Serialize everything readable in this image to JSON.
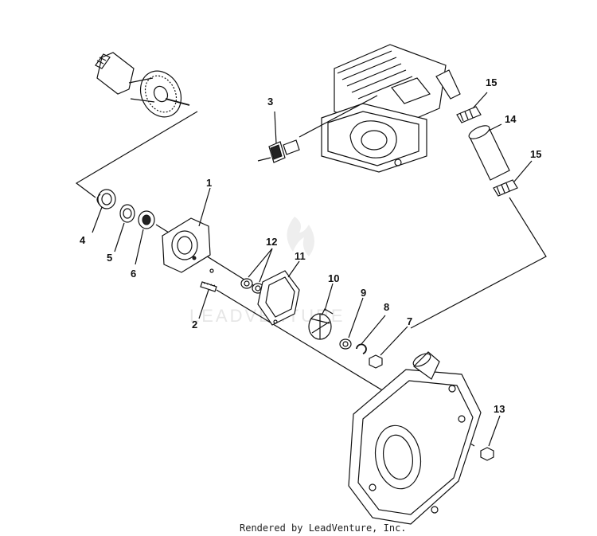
{
  "diagram": {
    "callouts": [
      {
        "id": "1",
        "label": "1"
      },
      {
        "id": "2",
        "label": "2"
      },
      {
        "id": "3",
        "label": "3"
      },
      {
        "id": "4",
        "label": "4"
      },
      {
        "id": "5",
        "label": "5"
      },
      {
        "id": "6",
        "label": "6"
      },
      {
        "id": "7",
        "label": "7"
      },
      {
        "id": "8",
        "label": "8"
      },
      {
        "id": "9",
        "label": "9"
      },
      {
        "id": "10",
        "label": "10"
      },
      {
        "id": "11",
        "label": "11"
      },
      {
        "id": "12",
        "label": "12"
      },
      {
        "id": "13",
        "label": "13"
      },
      {
        "id": "14",
        "label": "14"
      },
      {
        "id": "15a",
        "label": "15"
      },
      {
        "id": "15b",
        "label": "15"
      }
    ],
    "watermark": "LEADVENTURE",
    "footer": "Rendered by LeadVenture, Inc."
  }
}
